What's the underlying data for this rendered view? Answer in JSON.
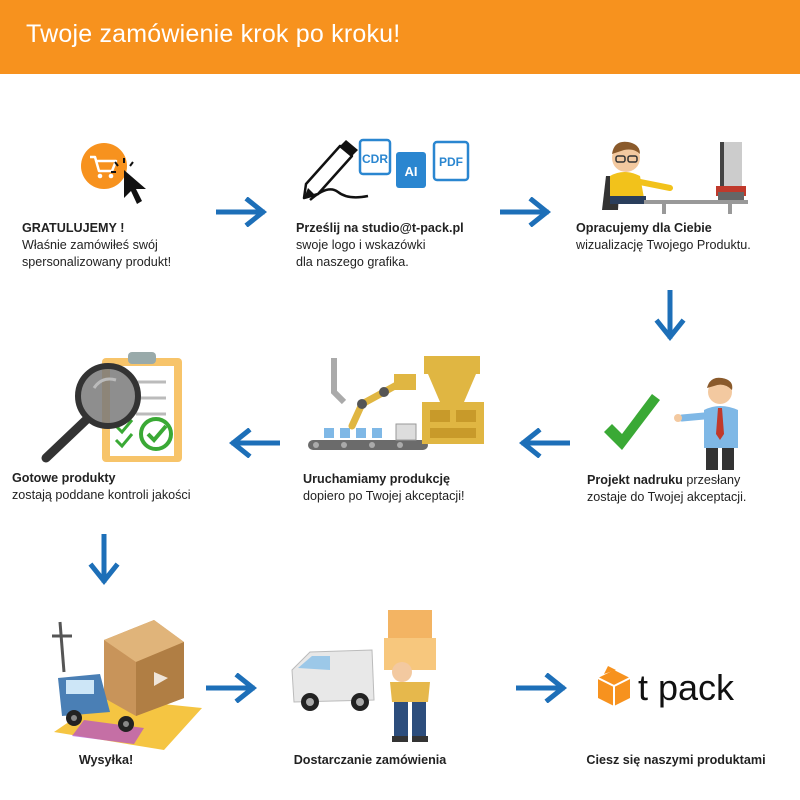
{
  "header": {
    "title": "Twoje zamówienie krok po kroku!"
  },
  "colors": {
    "orange": "#f7921e",
    "arrow_blue": "#1d6fb8",
    "check_green": "#3aa935"
  },
  "steps": [
    {
      "bold": "GRATULUJEMY !",
      "text_lines": [
        "Właśnie zamówiłeś swój",
        "spersonalizowany produkt!"
      ],
      "icon": "cart-cursor-icon"
    },
    {
      "bold": "Prześlij na studio@t-pack.pl",
      "text_lines": [
        "swoje logo i wskazówki",
        "dla naszego grafika."
      ],
      "icon": "pen-files-icon",
      "file_labels": [
        "CDR",
        "AI",
        "PDF"
      ]
    },
    {
      "bold": "Opracujemy dla Ciebie",
      "text_lines": [
        "wizualizację Twojego Produktu."
      ],
      "icon": "designer-icon"
    },
    {
      "bold": "Projekt nadruku",
      "inline_text": " przesłany",
      "text_lines": [
        "zostaje do Twojej akceptacji."
      ],
      "icon": "check-man-icon"
    },
    {
      "bold": "Uruchamiamy produkcję",
      "text_lines": [
        "dopiero po Twojej akceptacji!"
      ],
      "icon": "factory-icon"
    },
    {
      "bold": "Gotowe produkty",
      "text_lines": [
        "zostają poddane kontroli jakości"
      ],
      "icon": "magnifier-checklist-icon"
    },
    {
      "bold": "Wysyłka!",
      "text_lines": [],
      "icon": "truck-icon"
    },
    {
      "bold": "Dostarczanie zamówienia",
      "text_lines": [],
      "icon": "courier-icon"
    },
    {
      "bold": "Ciesz się naszymi produktami",
      "text_lines": [],
      "icon": "tpack-logo-icon",
      "logo_text": "t pack"
    }
  ]
}
